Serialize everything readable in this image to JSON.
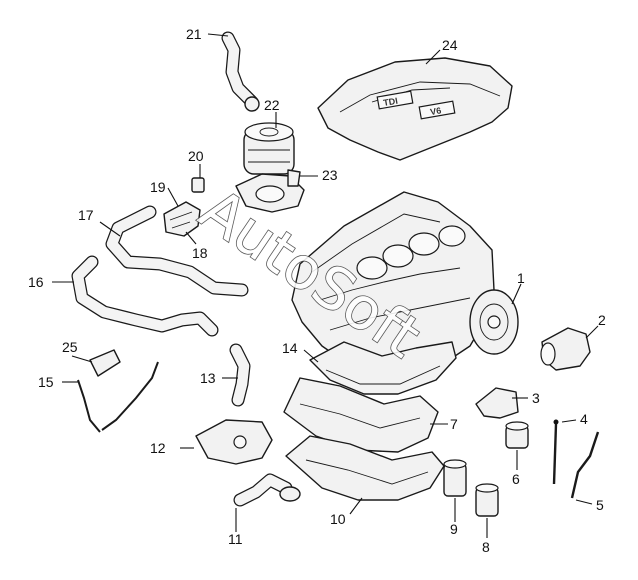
{
  "watermark": "AutoSoft",
  "cover_lettering": [
    "TDI",
    "V6"
  ],
  "callouts": [
    "1",
    "2",
    "3",
    "4",
    "5",
    "6",
    "7",
    "8",
    "9",
    "10",
    "11",
    "12",
    "13",
    "14",
    "15",
    "16",
    "17",
    "18",
    "19",
    "20",
    "21",
    "22",
    "23",
    "24",
    "25"
  ]
}
